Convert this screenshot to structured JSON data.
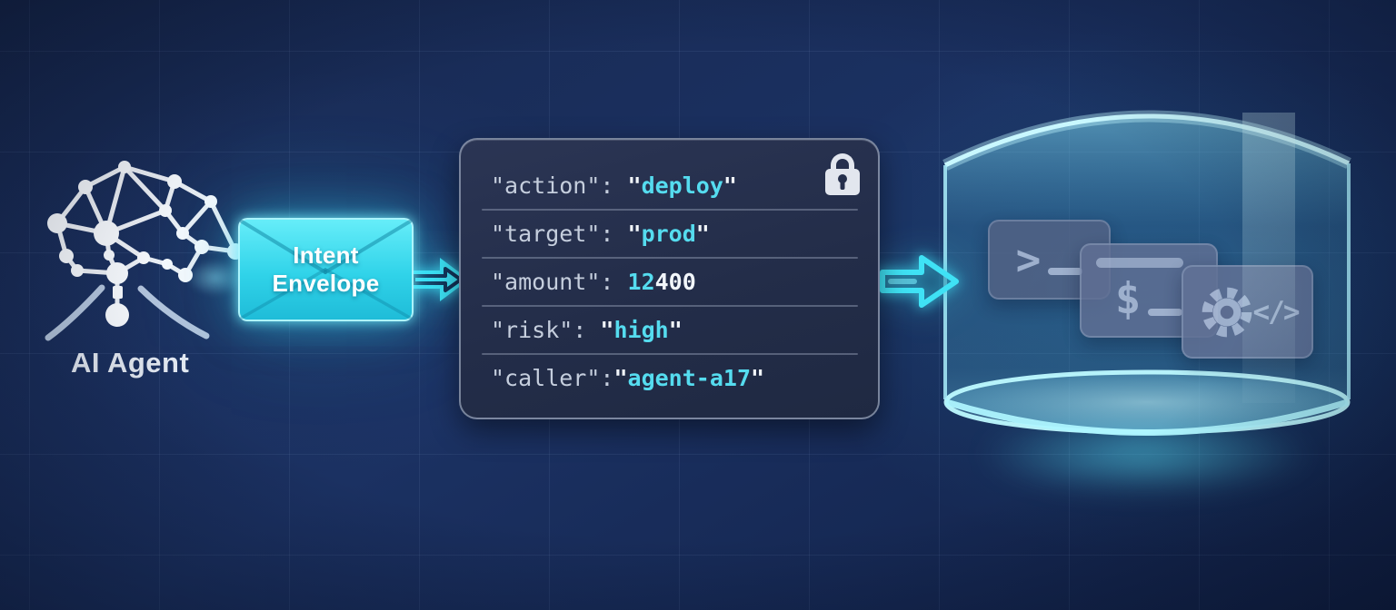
{
  "palette": {
    "key": "#c5cedd",
    "light": "#f2f6fa",
    "accent": "#55dcef",
    "divider": "rgba(150,162,184,0.45)",
    "envelope_glow": "#35dff2",
    "background": "#17284f"
  },
  "agent": {
    "label": "AI Agent"
  },
  "envelope": {
    "line1": "Intent",
    "line2": "Envelope"
  },
  "panel": {
    "rows": [
      {
        "key": "\"action\":",
        "space": " ",
        "value": [
          {
            "t": "\"",
            "c": "light"
          },
          {
            "t": "deploy",
            "c": "accent"
          },
          {
            "t": "\"",
            "c": "light"
          }
        ]
      },
      {
        "key": "\"target\":",
        "space": " ",
        "value": [
          {
            "t": "\"",
            "c": "light"
          },
          {
            "t": "prod",
            "c": "accent"
          },
          {
            "t": "\"",
            "c": "light"
          }
        ]
      },
      {
        "key": "\"amount\":",
        "space": " ",
        "value": [
          {
            "t": "12",
            "c": "accent"
          },
          {
            "t": "400",
            "c": "light"
          }
        ]
      },
      {
        "key": "\"risk\":",
        "space": " ",
        "value": [
          {
            "t": "\"",
            "c": "light"
          },
          {
            "t": "high",
            "c": "accent"
          },
          {
            "t": "\"",
            "c": "light"
          }
        ]
      },
      {
        "key": "\"caller\":",
        "space": "",
        "value": [
          {
            "t": "\"",
            "c": "light"
          },
          {
            "t": "agent-a17",
            "c": "accent"
          },
          {
            "t": "\"",
            "c": "light"
          }
        ]
      }
    ]
  },
  "vault": {
    "tiles": [
      {
        "name": "terminal-tile",
        "glyph": ">"
      },
      {
        "name": "payment-tile",
        "glyph": "$"
      },
      {
        "name": "gear-code-tile",
        "glyph": "</>"
      }
    ]
  }
}
